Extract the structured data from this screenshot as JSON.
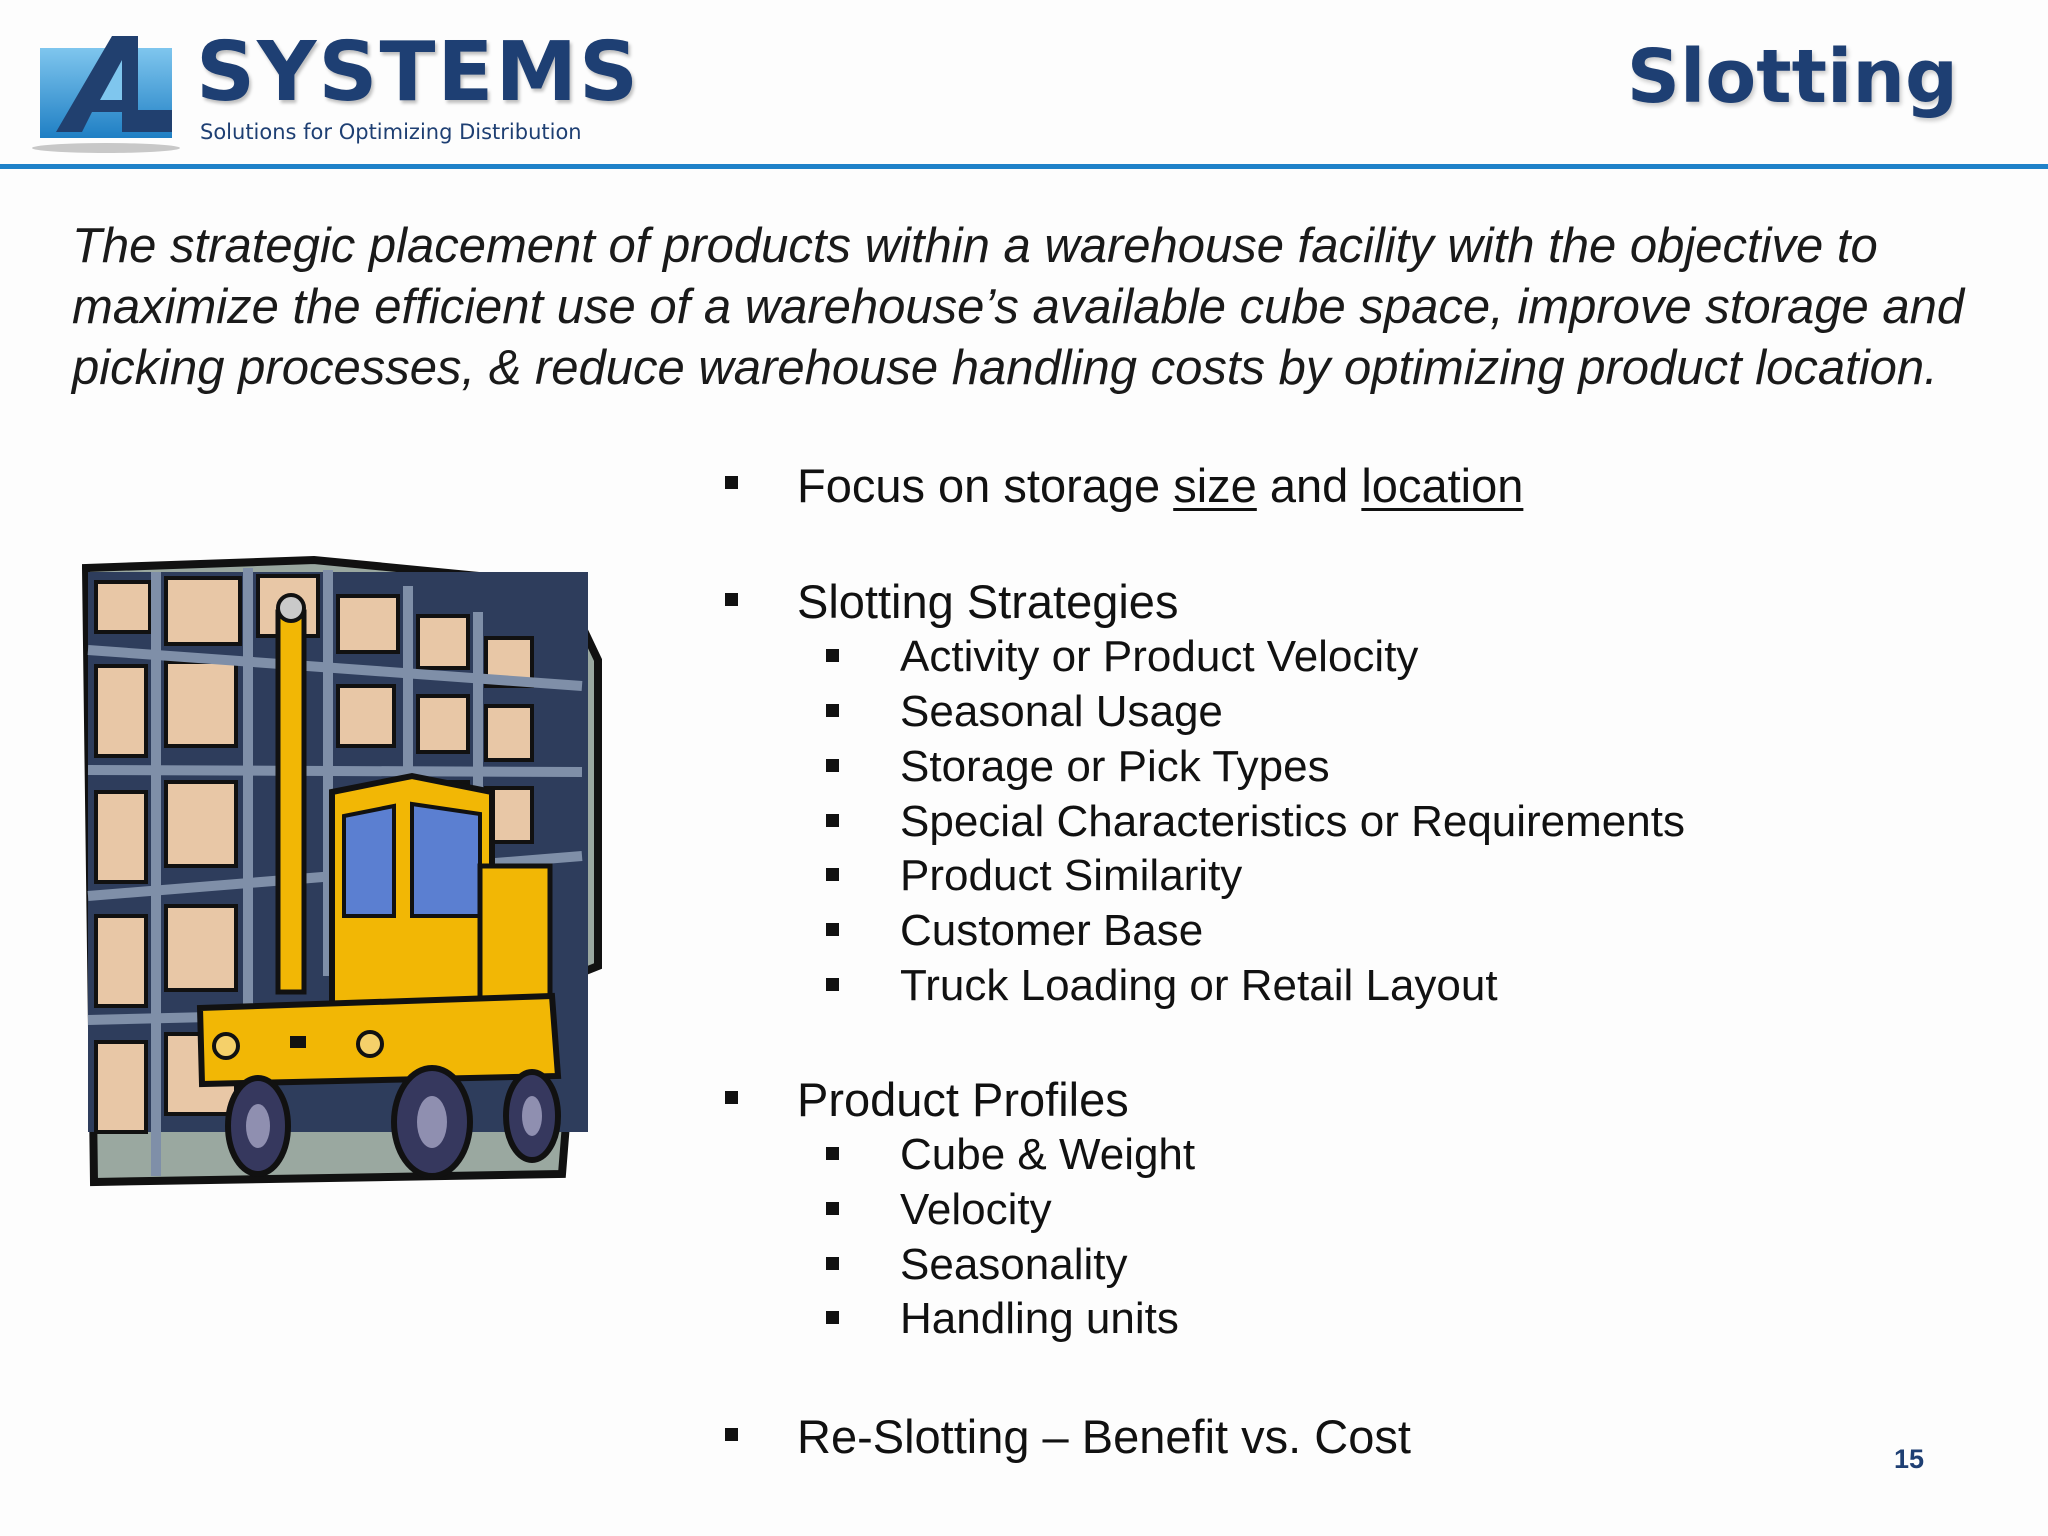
{
  "header": {
    "logo_text": "SYSTEMS",
    "logo_tagline": "Solutions for Optimizing Distribution",
    "title": "Slotting"
  },
  "definition": "The strategic placement of products within a warehouse facility with the objective to maximize the efficient use of a warehouse’s available cube space, improve storage and picking processes, & reduce warehouse handling costs by optimizing product location.",
  "illustration": {
    "icon": "forklift-warehouse-clipart"
  },
  "bullets": {
    "focus": {
      "prefix": "Focus on storage ",
      "size": "size",
      "middle": " and ",
      "location": "location"
    },
    "strategies": {
      "label": "Slotting Strategies",
      "items": [
        "Activity or Product Velocity",
        "Seasonal Usage",
        "Storage or Pick Types",
        "Special Characteristics or Requirements",
        "Product Similarity",
        "Customer Base",
        "Truck Loading or  Retail Layout"
      ]
    },
    "profiles": {
      "label": "Product Profiles",
      "items": [
        "Cube & Weight",
        "Velocity",
        "Seasonality",
        "Handling units"
      ]
    },
    "reslotting": "Re-Slotting – Benefit vs. Cost"
  },
  "page_number": "15",
  "colors": {
    "brand_navy": "#1e3f73",
    "rule_blue": "#1f82c9",
    "forklift_yellow": "#f2b705"
  }
}
